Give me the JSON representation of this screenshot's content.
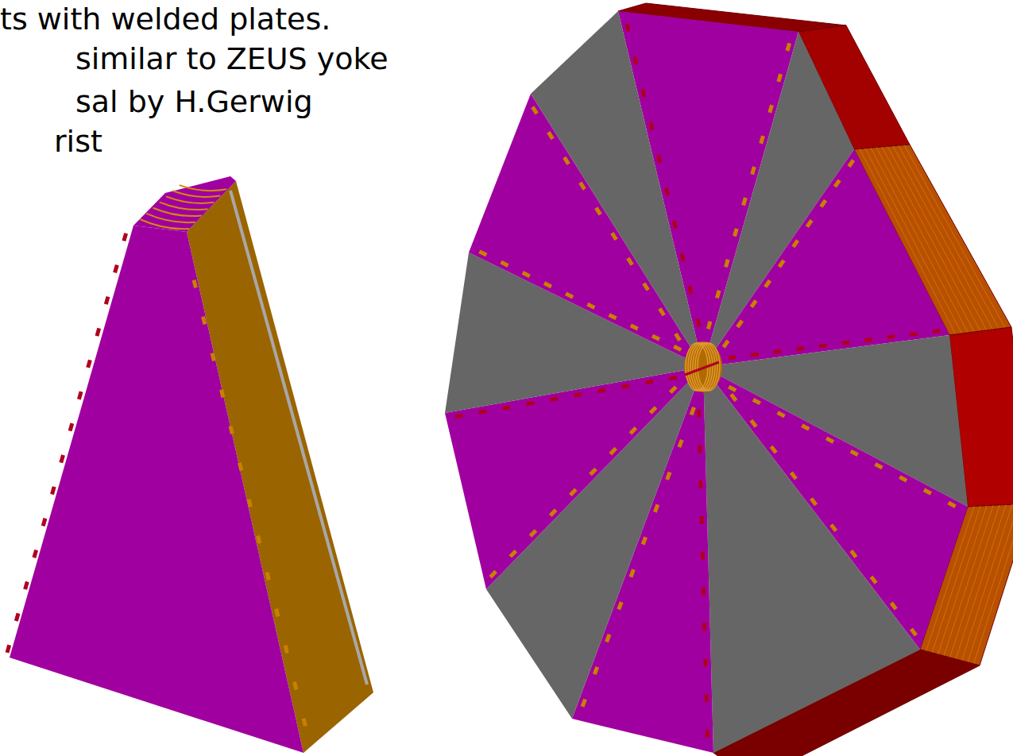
{
  "diagram": {
    "labels": [
      "ts with welded plates.",
      "similar to ZEUS yoke",
      "sal by H.Gerwig",
      "rist"
    ]
  }
}
